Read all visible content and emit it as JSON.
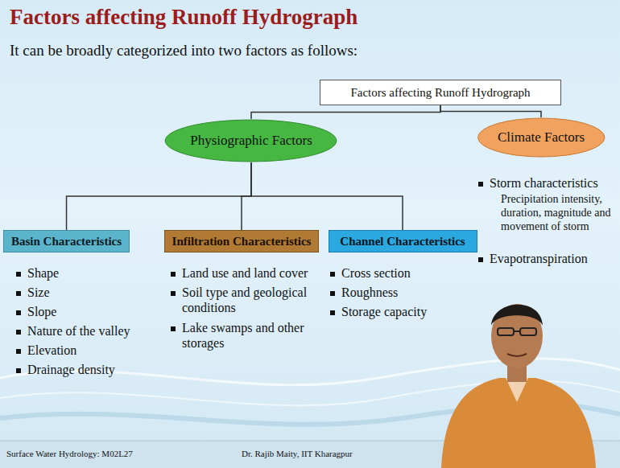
{
  "diagram": {
    "title": "Factors affecting Runoff Hydrograph",
    "nodes": [
      {
        "text": [
          "Factors affecting Runoff Hydrograph"
        ]
      },
      {
        "text": [
          "Physiographic Factors"
        ]
      },
      {
        "text": [
          "Climate Factors"
        ]
      },
      {
        "text": [
          "Basin Characteristics"
        ]
      },
      {
        "text": [
          "Infiltration Characteristics"
        ]
      },
      {
        "text": [
          "Channel Characteristics"
        ]
      }
    ],
    "edges": [
      {
        "from": 0,
        "to": 1,
        "arrow": "none"
      },
      {
        "from": 0,
        "to": 2,
        "arrow": "none"
      },
      {
        "from": 1,
        "to": 3,
        "arrow": "none"
      },
      {
        "from": 1,
        "to": 4,
        "arrow": "none"
      },
      {
        "from": 1,
        "to": 5,
        "arrow": "none"
      }
    ],
    "labels": [
      "It can be broadly categorized into two factors as follows:",
      "Shape",
      "Size",
      "Slope",
      "Nature of the valley",
      "Elevation",
      "Drainage density",
      "Land use and land cover",
      "Soil type and geological conditions",
      "Lake swamps and other storages",
      "Cross section",
      "Roughness",
      "Storage capacity",
      "Storm characteristics",
      "Precipitation intensity, duration, magnitude and movement of storm",
      "Evapotranspiration",
      "Surface Water Hydrology: M02L27",
      "Dr. Rajib Maity, IIT Kharagpur"
    ]
  }
}
